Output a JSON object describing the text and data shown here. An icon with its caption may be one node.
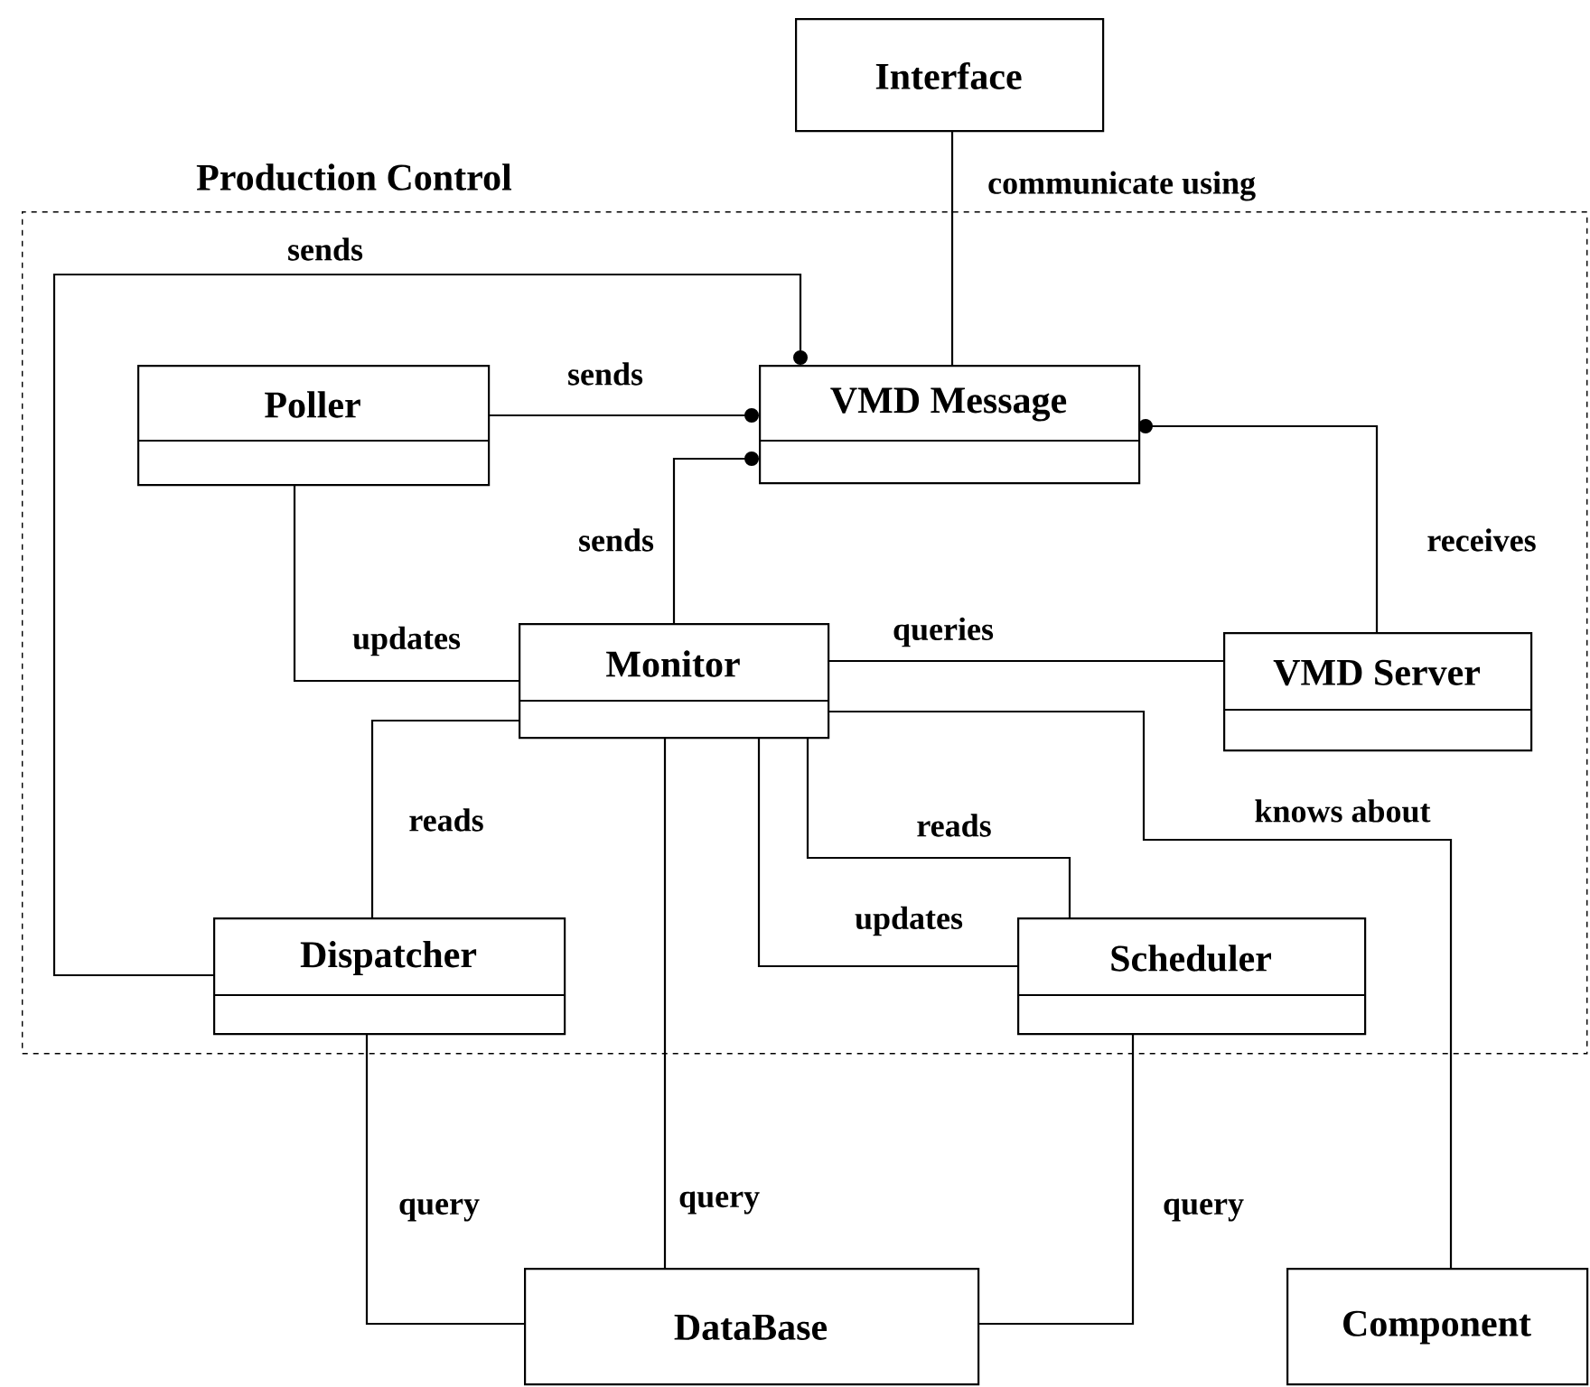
{
  "diagram": {
    "nodes": [
      {
        "text": [
          "Production Control"
        ]
      },
      {
        "text": [
          "Interface"
        ]
      },
      {
        "text": [
          "Poller"
        ],
        "in": 0
      },
      {
        "text": [
          "VMD Message"
        ],
        "in": 0
      },
      {
        "text": [
          "Monitor"
        ],
        "in": 0
      },
      {
        "text": [
          "VMD Server"
        ],
        "in": 0
      },
      {
        "text": [
          "Dispatcher"
        ],
        "in": 0
      },
      {
        "text": [
          "Scheduler"
        ],
        "in": 0
      },
      {
        "text": [
          "DataBase"
        ]
      },
      {
        "text": [
          "Component"
        ]
      }
    ],
    "edges": [
      {
        "from": 1,
        "to": 3,
        "arrow": "none",
        "label": "communicate using"
      },
      {
        "from": 6,
        "to": 3,
        "arrow": "other",
        "label": "sends"
      },
      {
        "from": 2,
        "to": 3,
        "arrow": "other",
        "label": "sends"
      },
      {
        "from": 4,
        "to": 3,
        "arrow": "other",
        "label": "sends"
      },
      {
        "from": 5,
        "to": 3,
        "arrow": "other",
        "label": "receives"
      },
      {
        "from": 2,
        "to": 4,
        "arrow": "none",
        "label": "updates"
      },
      {
        "from": 4,
        "to": 5,
        "arrow": "none",
        "label": "queries"
      },
      {
        "from": 4,
        "to": 6,
        "arrow": "none",
        "label": "reads"
      },
      {
        "from": 4,
        "to": 9,
        "arrow": "none",
        "label": "knows about"
      },
      {
        "from": 4,
        "to": 7,
        "arrow": "none",
        "label": "reads"
      },
      {
        "from": 4,
        "to": 7,
        "arrow": "none",
        "label": "updates"
      },
      {
        "from": 4,
        "to": 8,
        "arrow": "none",
        "label": "query"
      },
      {
        "from": 6,
        "to": 8,
        "arrow": "none",
        "label": "query"
      },
      {
        "from": 7,
        "to": 8,
        "arrow": "none",
        "label": "query"
      }
    ]
  }
}
